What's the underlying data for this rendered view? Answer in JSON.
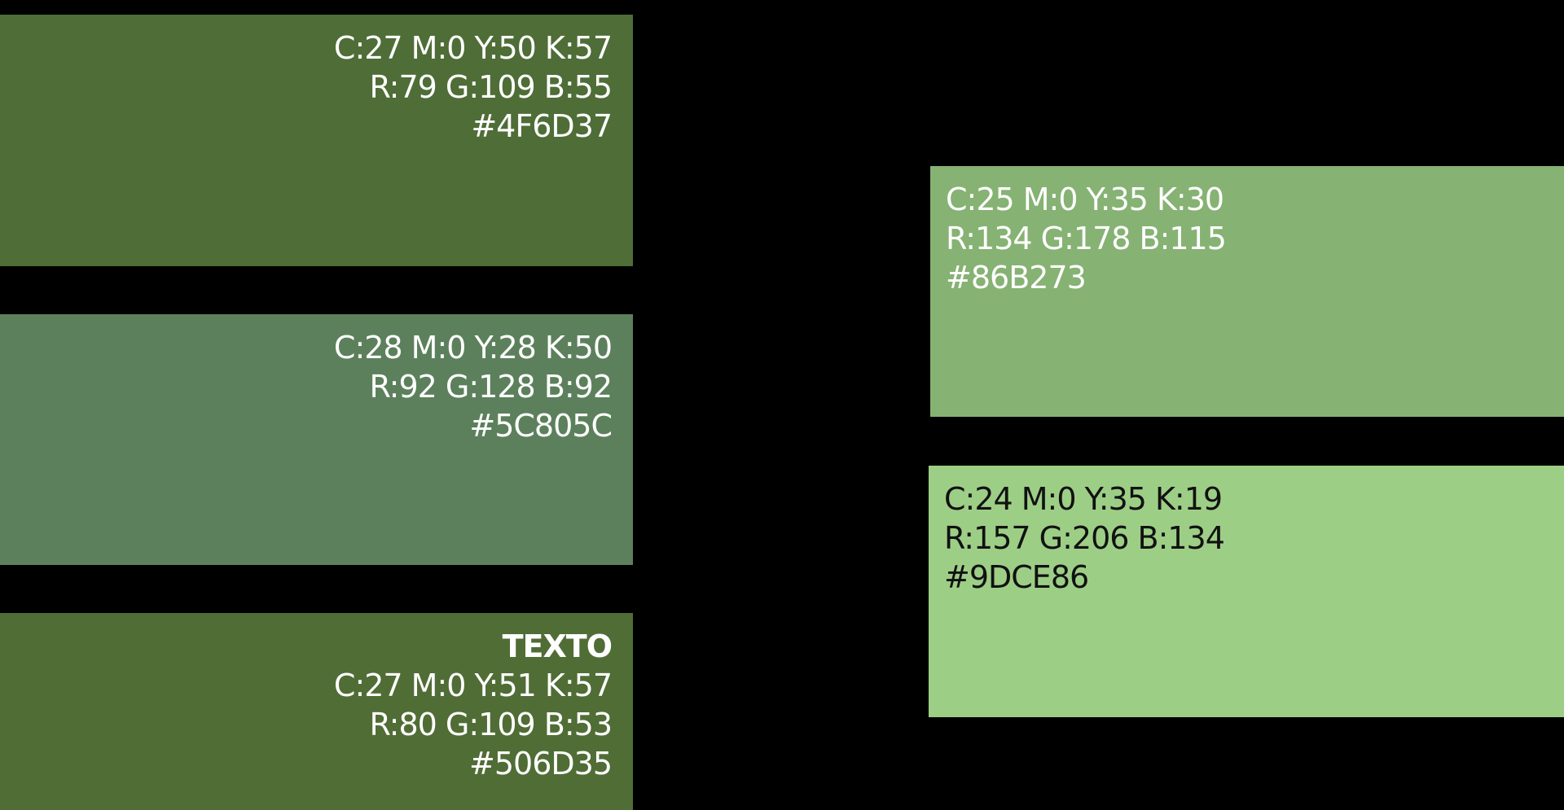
{
  "swatches": {
    "dark_green": {
      "color": "#4F6D37",
      "cmyk": "C:27 M:0 Y:50 K:57",
      "rgb": "R:79 G:109 B:55",
      "hex": "#4F6D37"
    },
    "gray_green": {
      "color": "#5C805C",
      "cmyk": "C:28 M:0 Y:28 K:50",
      "rgb": "R:92 G:128 B:92",
      "hex": "#5C805C"
    },
    "text_green": {
      "color": "#506D35",
      "title": "TEXTO",
      "cmyk": "C:27 M:0 Y:51 K:57",
      "rgb": "R:80 G:109 B:53",
      "hex": "#506D35"
    },
    "medium_green": {
      "color": "#86B273",
      "cmyk": "C:25 M:0 Y:35 K:30",
      "rgb": "R:134 G:178 B:115",
      "hex": "#86B273"
    },
    "light_green": {
      "color": "#9DCE86",
      "cmyk": "C:24 M:0 Y:35 K:19",
      "rgb": "R:157 G:206 B:134",
      "hex": "#9DCE86"
    }
  }
}
